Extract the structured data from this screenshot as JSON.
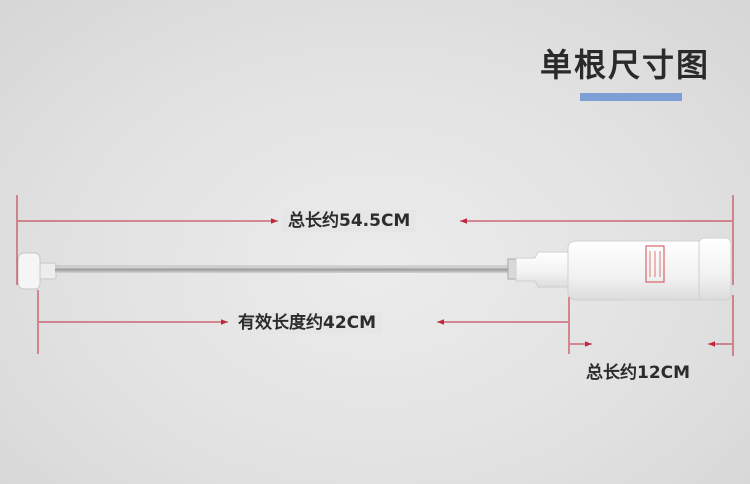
{
  "header": {
    "title": "单根尺寸图"
  },
  "dimensions": {
    "total_length": "总长约54.5CM",
    "effective_length": "有效长度约42CM",
    "cylinder_length": "总长约12CM"
  },
  "colors": {
    "dimension_line": "#c0283e",
    "accent_bar": "#7e9fd6"
  }
}
